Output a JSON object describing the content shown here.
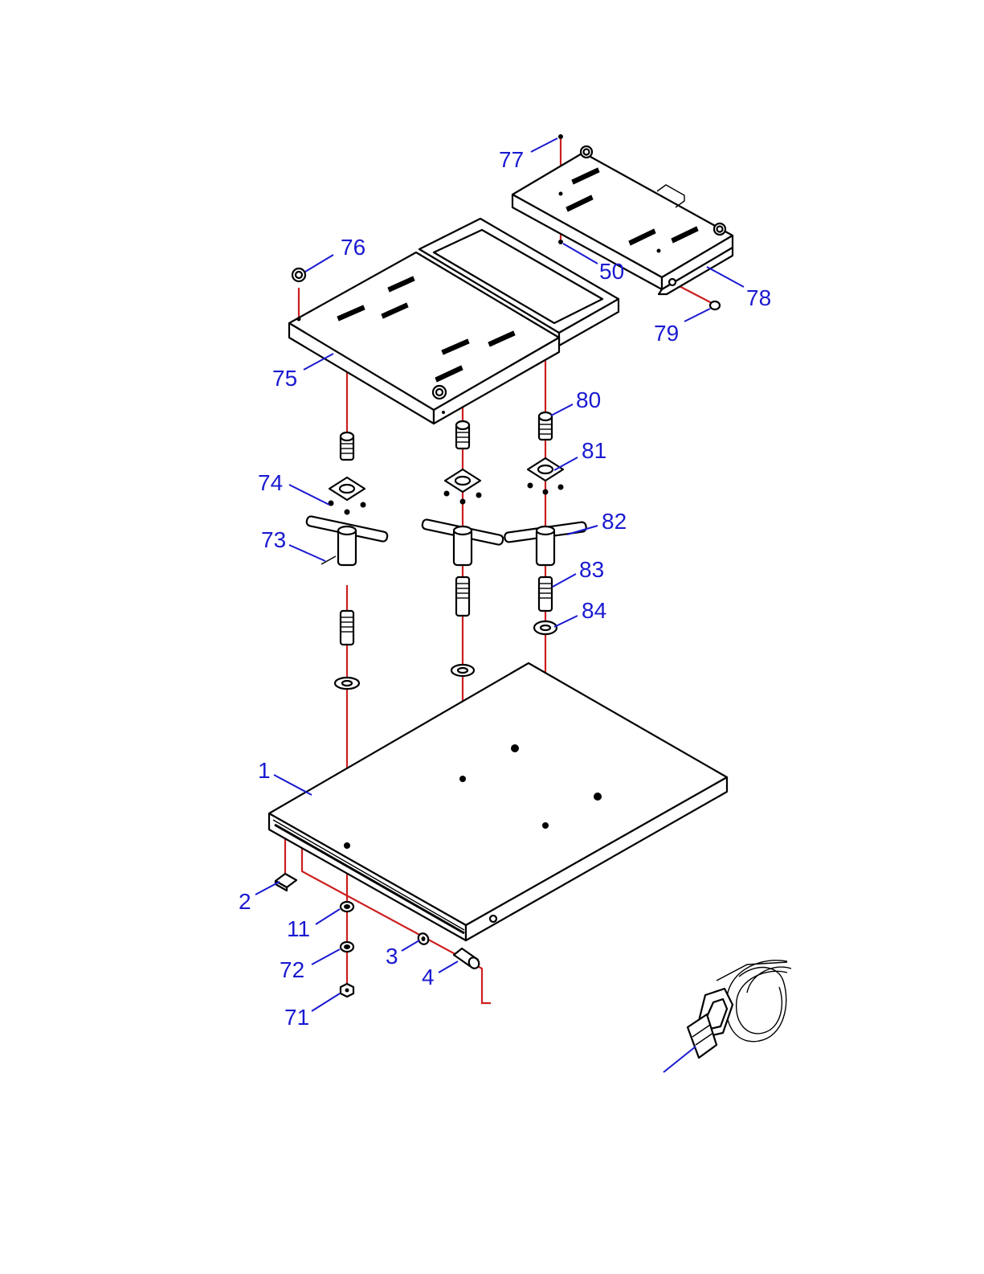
{
  "colors": {
    "callout": "#1a1ad1",
    "assembly_axis": "#cc1f1f",
    "line_art": "#000000",
    "background": "#ffffff"
  },
  "callouts": [
    {
      "id": "c77",
      "label": "77"
    },
    {
      "id": "c76",
      "label": "76"
    },
    {
      "id": "c50",
      "label": "50"
    },
    {
      "id": "c78",
      "label": "78"
    },
    {
      "id": "c79",
      "label": "79"
    },
    {
      "id": "c75",
      "label": "75"
    },
    {
      "id": "c80",
      "label": "80"
    },
    {
      "id": "c81",
      "label": "81"
    },
    {
      "id": "c74",
      "label": "74"
    },
    {
      "id": "c82",
      "label": "82"
    },
    {
      "id": "c73",
      "label": "73"
    },
    {
      "id": "c83",
      "label": "83"
    },
    {
      "id": "c84",
      "label": "84"
    },
    {
      "id": "c1",
      "label": "1"
    },
    {
      "id": "c2",
      "label": "2"
    },
    {
      "id": "c11",
      "label": "11"
    },
    {
      "id": "c3",
      "label": "3"
    },
    {
      "id": "c72",
      "label": "72"
    },
    {
      "id": "c4",
      "label": "4"
    },
    {
      "id": "c71",
      "label": "71"
    }
  ]
}
